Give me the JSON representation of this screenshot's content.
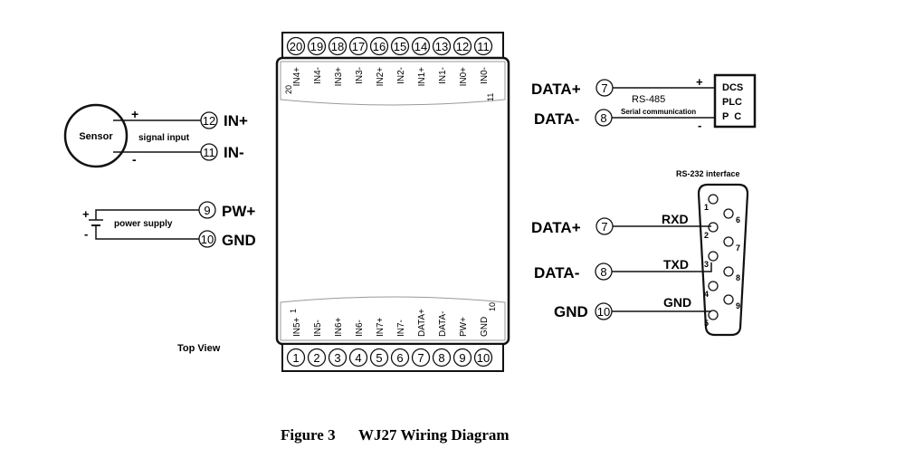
{
  "module": {
    "top_terminal_numbers": [
      "20",
      "19",
      "18",
      "17",
      "16",
      "15",
      "14",
      "13",
      "12",
      "11"
    ],
    "top_pin_labels": [
      "IN4+",
      "IN4-",
      "IN3+",
      "IN3-",
      "IN2+",
      "IN2-",
      "IN1+",
      "IN1-",
      "IN0+",
      "IN0-"
    ],
    "bottom_terminal_numbers": [
      "1",
      "2",
      "3",
      "4",
      "5",
      "6",
      "7",
      "8",
      "9",
      "10"
    ],
    "bottom_pin_labels": [
      "IN5+",
      "IN5-",
      "IN6+",
      "IN6-",
      "IN7+",
      "IN7-",
      "DATA+",
      "DATA-",
      "PW+",
      "GND"
    ],
    "top_index_left": "20",
    "top_index_right": "11",
    "bottom_index_left": "1",
    "bottom_index_right": "10"
  },
  "sensor": {
    "label": "Sensor",
    "plus": "+",
    "minus": "-",
    "signal_label": "signal input",
    "in_plus_num": "12",
    "in_plus_label": "IN+",
    "in_minus_num": "11",
    "in_minus_label": "IN-"
  },
  "power": {
    "plus": "+",
    "minus": "-",
    "label": "power supply",
    "pw_num": "9",
    "pw_label": "PW+",
    "gnd_num": "10",
    "gnd_label": "GND"
  },
  "rs485": {
    "data_plus_label": "DATA+",
    "data_plus_num": "7",
    "data_minus_label": "DATA-",
    "data_minus_num": "8",
    "bus_label": "RS-485",
    "bus_sublabel": "Serial communication",
    "plus": "+",
    "minus": "-",
    "device_lines": [
      "DCS",
      "PLC",
      "P  C"
    ]
  },
  "rs232": {
    "title": "RS-232 interface",
    "data_plus_label": "DATA+",
    "data_plus_num": "7",
    "data_minus_label": "DATA-",
    "data_minus_num": "8",
    "gnd_label": "GND",
    "gnd_num": "10",
    "rxd": "RXD",
    "txd": "TXD",
    "gnd_wire": "GND",
    "pins_left": [
      "1",
      "2",
      "3",
      "4",
      "5"
    ],
    "pins_right": [
      "6",
      "7",
      "8",
      "9"
    ]
  },
  "top_view_label": "Top View",
  "caption": {
    "figure": "Figure 3",
    "title": "WJ27 Wiring Diagram"
  }
}
